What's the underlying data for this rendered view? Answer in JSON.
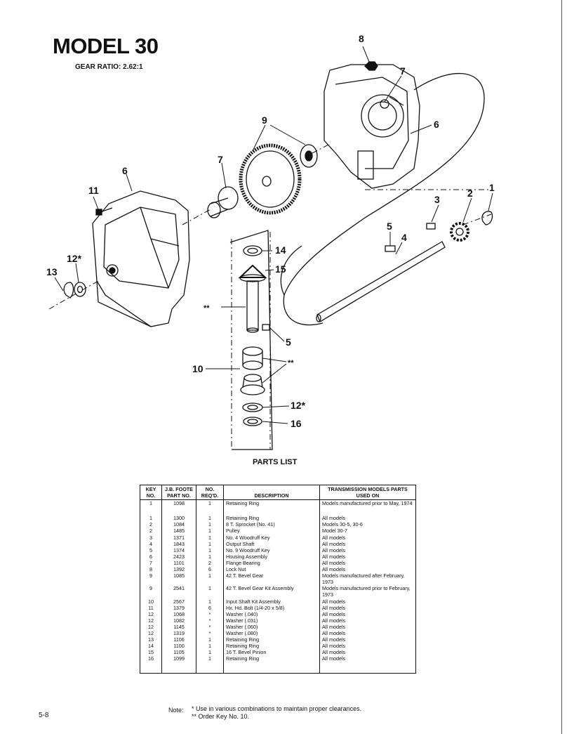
{
  "header": {
    "title": "MODEL 30",
    "gear_ratio": "GEAR RATIO:  2.62:1"
  },
  "diagram": {
    "callouts": {
      "c8": "8",
      "c7a": "7",
      "c6a": "6",
      "c9": "9",
      "c7b": "7",
      "c6b": "6",
      "c11": "11",
      "c12a": "12*",
      "c13": "13",
      "c1": "1",
      "c2": "2",
      "c3": "3",
      "c5a": "5",
      "c4": "4",
      "c14": "14",
      "c15": "15",
      "cstar1": "**",
      "c5b": "5",
      "cstar2": "**",
      "c10": "10",
      "c12b": "12*",
      "c16": "16"
    }
  },
  "parts_list": {
    "title": "PARTS LIST",
    "headers": {
      "key": "KEY NO.",
      "part": "J.B. FOOTE PART NO.",
      "req": "NO. REQ'D.",
      "desc": "DESCRIPTION",
      "models": "TRANSMISSION MODELS PARTS USED ON"
    },
    "rows": [
      {
        "key": "1",
        "part": "1098",
        "req": "1",
        "desc": "Retaining Ring",
        "models": "Models manufactured prior to May, 1974",
        "gap": true
      },
      {
        "key": "1",
        "part": "1300",
        "req": "1",
        "desc": "Retaining Ring",
        "models": "All models"
      },
      {
        "key": "2",
        "part": "1084",
        "req": "1",
        "desc": "8 T. Sprocket (No. 41)",
        "models": "Models 30-5, 30-6"
      },
      {
        "key": "2",
        "part": "1485",
        "req": "1",
        "desc": "Pulley",
        "models": "Model 30-7"
      },
      {
        "key": "3",
        "part": "1371",
        "req": "1",
        "desc": "No. 4 Woodruff Key",
        "models": "All models"
      },
      {
        "key": "4",
        "part": "1843",
        "req": "1",
        "desc": "Output Shaft",
        "models": "All models"
      },
      {
        "key": "5",
        "part": "1374",
        "req": "1",
        "desc": "No. 9 Woodruff Key",
        "models": "All models"
      },
      {
        "key": "6",
        "part": "2423",
        "req": "1",
        "desc": "Housing Assembly",
        "models": "All models"
      },
      {
        "key": "7",
        "part": "1101",
        "req": "2",
        "desc": "Flange Bearing",
        "models": "All models"
      },
      {
        "key": "8",
        "part": "1392",
        "req": "6",
        "desc": "Lock Nut",
        "models": "All models"
      },
      {
        "key": "9",
        "part": "1085",
        "req": "1",
        "desc": "42 T. Bevel Gear",
        "models": "Models manufactured after February, 1973"
      },
      {
        "key": "9",
        "part": "2541",
        "req": "1",
        "desc": "42 T. Bevel Gear Kit Assembly",
        "models": "Models manufactured prior to February, 1973"
      },
      {
        "key": "10",
        "part": "2567",
        "req": "1",
        "desc": "Input Shaft Kit Assembly",
        "models": "All models"
      },
      {
        "key": "11",
        "part": "1379",
        "req": "6",
        "desc": "Hx. Hd. Bolt (1/4-20 x 5/8)",
        "models": "All models"
      },
      {
        "key": "12",
        "part": "1068",
        "req": "*",
        "desc": "Washer (.040)",
        "models": "All models"
      },
      {
        "key": "12",
        "part": "1082",
        "req": "*",
        "desc": "Washer (.031)",
        "models": "All models"
      },
      {
        "key": "12",
        "part": "1145",
        "req": "*",
        "desc": "Washer (.060)",
        "models": "All models"
      },
      {
        "key": "12",
        "part": "1319",
        "req": "*",
        "desc": "Washer (.080)",
        "models": "All models"
      },
      {
        "key": "13",
        "part": "1106",
        "req": "1",
        "desc": "Retaining Ring",
        "models": "All models"
      },
      {
        "key": "14",
        "part": "1100",
        "req": "1",
        "desc": "Retaining Ring",
        "models": "All models"
      },
      {
        "key": "15",
        "part": "1105",
        "req": "1",
        "desc": "16 T. Bevel Pinion",
        "models": "All models"
      },
      {
        "key": "16",
        "part": "1099",
        "req": "1",
        "desc": "Retaining Ring",
        "models": "All models"
      }
    ]
  },
  "footer": {
    "page_number": "5-8",
    "note_label": "Note:",
    "note_line1": "* Use in various combinations to maintain proper clearances.",
    "note_line2": "** Order Key No. 10."
  }
}
